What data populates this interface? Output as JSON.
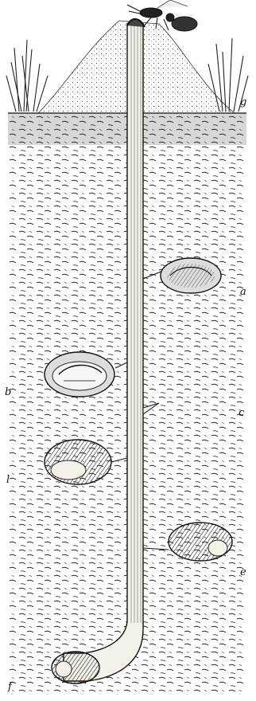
{
  "figure": {
    "labels": {
      "g": "g",
      "a": "a",
      "b": "b",
      "c": "c",
      "l": "l",
      "e": "e",
      "f": "f"
    },
    "colors": {
      "ink": "#1a1a1a",
      "paper": "#ffffff",
      "burrow": "#f4f1ea"
    },
    "subjects": [
      "wasp",
      "mound",
      "grass",
      "soil",
      "burrow-shaft",
      "brood-cell"
    ]
  }
}
